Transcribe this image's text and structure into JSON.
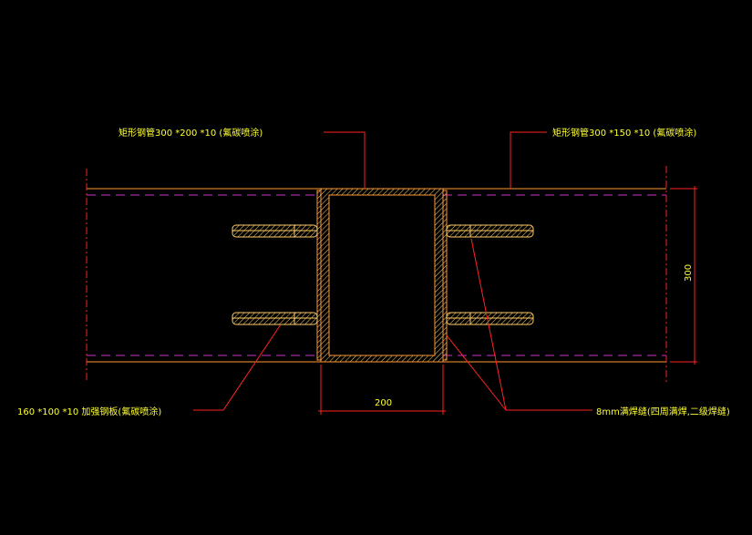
{
  "annotations": {
    "top_left": "矩形钢管300 *200 *10 (氟碳喷涂)",
    "top_right": "矩形钢管300 *150 *10 (氟碳喷涂)",
    "bottom_left": "160 *100 *10 加强钢板(氟碳喷涂)",
    "bottom_right": "8mm满焊缝(四周满焊,二级焊缝)"
  },
  "dimensions": {
    "height": "300",
    "width": "200"
  },
  "colors": {
    "background": "#000000",
    "member": "#ff9933",
    "leader": "#ff2222",
    "text": "#ffff33",
    "hidden": "#cc33cc",
    "hatch": "#ffcc66"
  }
}
